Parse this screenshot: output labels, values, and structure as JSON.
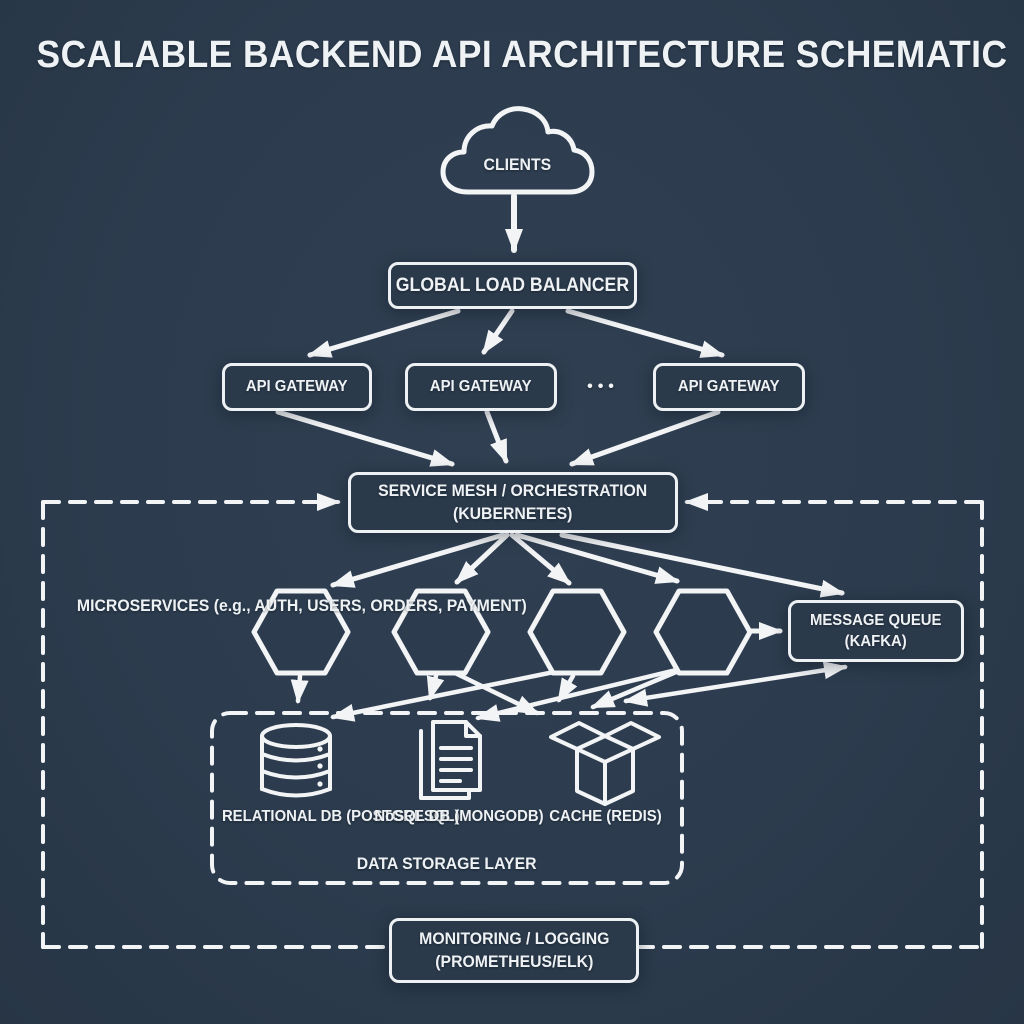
{
  "title": "SCALABLE BACKEND API ARCHITECTURE SCHEMATIC",
  "colors": {
    "background": "#2c3c4e",
    "line": "#f2f4f6",
    "node_fill": "#2b3a4b",
    "text": "#eef2f4"
  },
  "nodes": {
    "clients": {
      "label": "CLIENTS",
      "icon": "cloud-icon"
    },
    "load_balancer": {
      "label": "GLOBAL LOAD BALANCER"
    },
    "api_gateways": {
      "labels": [
        "API GATEWAY",
        "API GATEWAY",
        "API GATEWAY"
      ],
      "ellipsis": "•••"
    },
    "service_mesh": {
      "label": "SERVICE MESH / ORCHESTRATION",
      "sublabel": "(KUBERNETES)"
    },
    "microservices": {
      "line1": "MICROSERVICES",
      "line2": "(e.g., AUTH, USERS,",
      "line3": "ORDERS, PAYMENT)",
      "shape": "hexagon",
      "count": 4
    },
    "message_queue": {
      "label": "MESSAGE QUEUE",
      "sublabel": "(KAFKA)"
    },
    "relational_db": {
      "label": "RELATIONAL DB",
      "sublabel": "(POSTGRESQL)",
      "icon": "database-cylinder-icon"
    },
    "nosql_db": {
      "label": "NoSQL DB",
      "sublabel": "(MONGODB)",
      "icon": "documents-icon"
    },
    "cache": {
      "label": "CACHE",
      "sublabel": "(REDIS)",
      "icon": "open-box-icon"
    },
    "storage_layer": {
      "label": "DATA STORAGE LAYER"
    },
    "monitoring": {
      "label": "MONITORING / LOGGING",
      "sublabel": "(PROMETHEUS/ELK)"
    }
  }
}
